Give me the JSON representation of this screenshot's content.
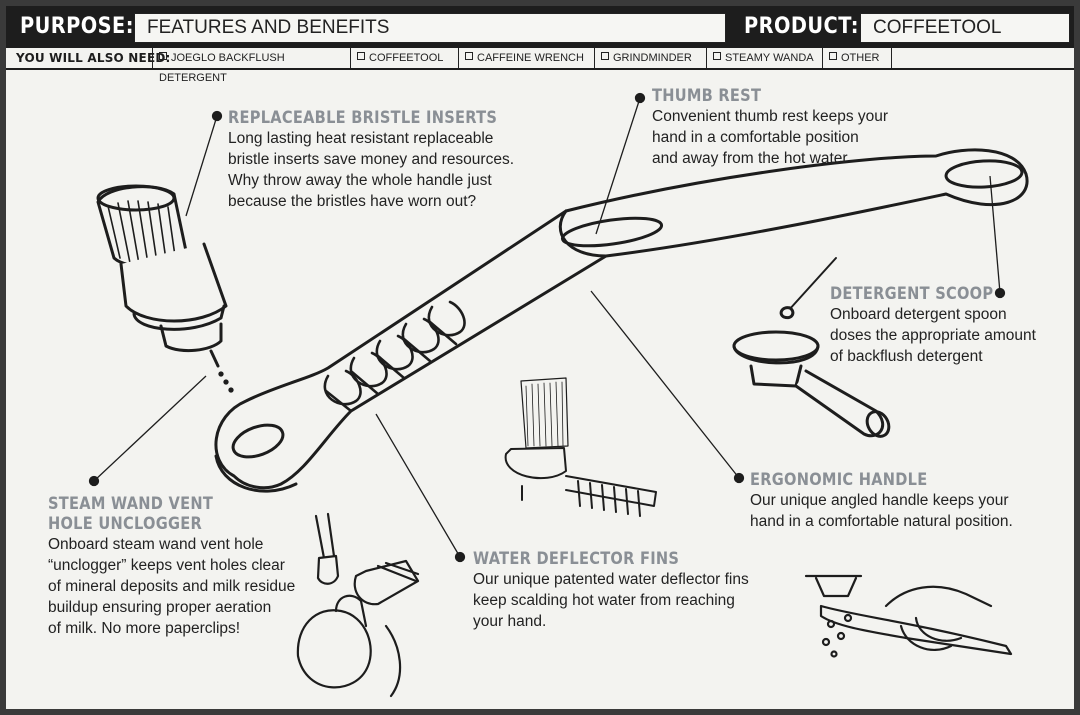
{
  "header": {
    "purpose_label": "PURPOSE:",
    "purpose_value": "FEATURES AND BENEFITS",
    "product_label": "PRODUCT:",
    "product_value": "COFFEETOOL",
    "need_label": "YOU WILL ALSO NEED:",
    "need_items": [
      {
        "label": "JOEGLO BACKFLUSH DETERGENT"
      },
      {
        "label": "COFFEETOOL"
      },
      {
        "label": "CAFFEINE WRENCH"
      },
      {
        "label": "GRINDMINDER"
      },
      {
        "label": "STEAMY WANDA"
      },
      {
        "label": "OTHER"
      }
    ]
  },
  "callouts": {
    "bristle": {
      "title": "REPLACEABLE BRISTLE INSERTS",
      "body": "Long lasting heat resistant replaceable\nbristle inserts save money and resources.\nWhy throw away the whole handle just\nbecause the bristles have worn out?"
    },
    "thumb": {
      "title": "THUMB REST",
      "body": "Convenient thumb rest keeps your\nhand in a comfortable position\nand away from the hot water"
    },
    "scoop": {
      "title": "DETERGENT SCOOP",
      "body": "Onboard detergent spoon\ndoses the appropriate amount\nof backflush detergent"
    },
    "ergonomic": {
      "title": "ERGONOMIC HANDLE",
      "body": "Our unique angled handle keeps your\nhand in a comfortable natural position."
    },
    "steam": {
      "title1": "STEAM WAND VENT",
      "title2": "HOLE UNCLOGGER",
      "body": "Onboard steam wand vent hole\n“unclogger” keeps vent holes clear\nof mineral deposits and milk residue\nbuildup ensuring proper aeration\nof milk. No more paperclips!"
    },
    "fins": {
      "title": "WATER DEFLECTOR FINS",
      "body": "Our unique patented water deflector fins\nkeep scalding hot water from  reaching\nyour hand."
    }
  },
  "colors": {
    "dark": "#1d1d1d",
    "paper": "#f3f3f0",
    "title_gray": "#8a8f95"
  }
}
